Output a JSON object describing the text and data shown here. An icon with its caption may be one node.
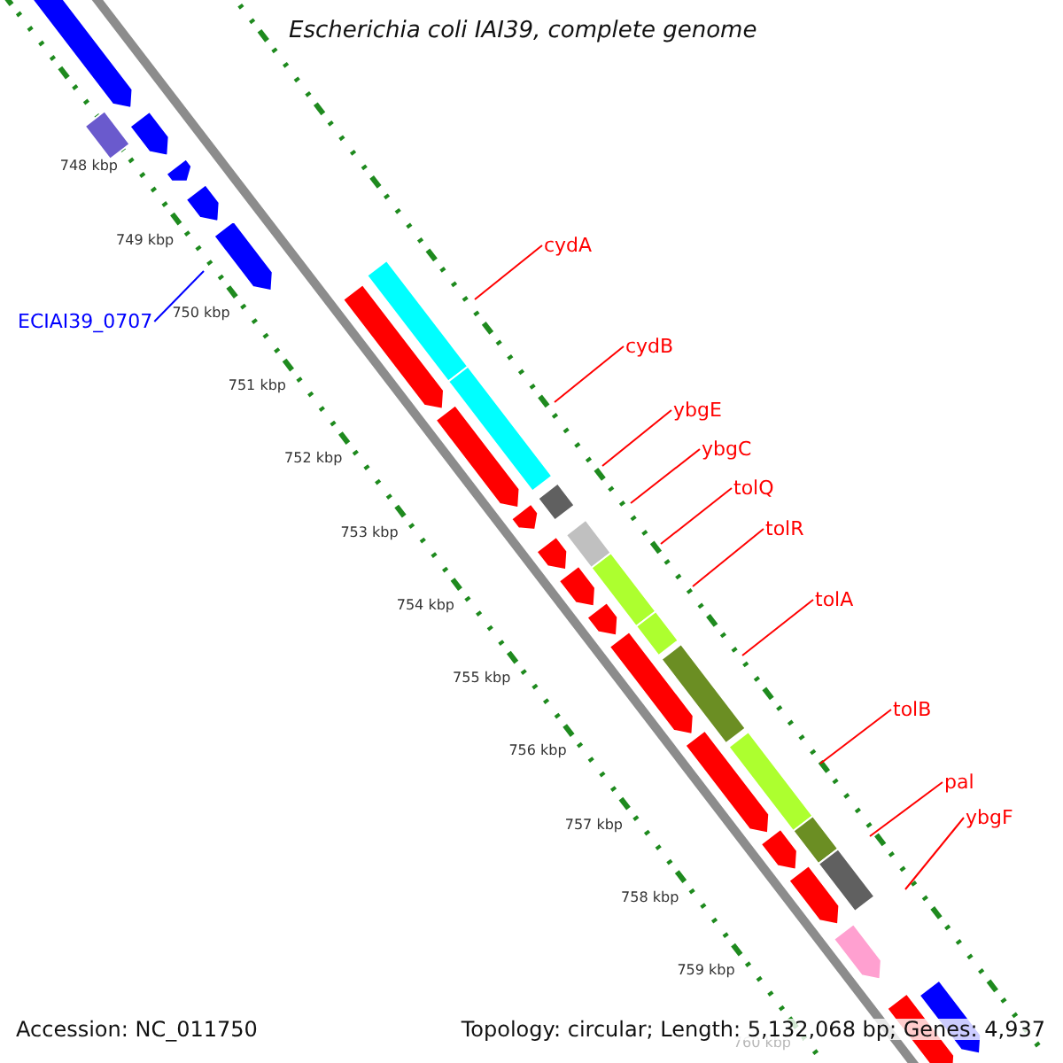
{
  "diagram": {
    "title": "Escherichia coli IAI39, complete genome",
    "nodes": [
      {
        "text": [
          "cydA"
        ]
      },
      {
        "text": [
          "cydB"
        ]
      },
      {
        "text": [
          "ybgE"
        ]
      },
      {
        "text": [
          "ybgC"
        ]
      },
      {
        "text": [
          "tolQ"
        ]
      },
      {
        "text": [
          "tolR"
        ]
      },
      {
        "text": [
          "tolA"
        ]
      },
      {
        "text": [
          "tolB"
        ]
      },
      {
        "text": [
          "pal"
        ]
      },
      {
        "text": [
          "ybgF"
        ]
      },
      {
        "text": [
          "ECIAI39_0707"
        ]
      }
    ],
    "edges": [
      {
        "from": 0,
        "to": null,
        "arrow": "none",
        "color": "#ff0000"
      },
      {
        "from": 1,
        "to": null,
        "arrow": "none",
        "color": "#ff0000"
      },
      {
        "from": 2,
        "to": null,
        "arrow": "none",
        "color": "#ff0000"
      },
      {
        "from": 3,
        "to": null,
        "arrow": "none",
        "color": "#ff0000"
      },
      {
        "from": 4,
        "to": null,
        "arrow": "none",
        "color": "#ff0000"
      },
      {
        "from": 5,
        "to": null,
        "arrow": "none",
        "color": "#ff0000"
      },
      {
        "from": 6,
        "to": null,
        "arrow": "none",
        "color": "#ff0000"
      },
      {
        "from": 7,
        "to": null,
        "arrow": "none",
        "color": "#ff0000"
      },
      {
        "from": 8,
        "to": null,
        "arrow": "none",
        "color": "#ff0000"
      },
      {
        "from": 9,
        "to": null,
        "arrow": "none",
        "color": "#ff0000"
      },
      {
        "from": 10,
        "to": null,
        "arrow": "none",
        "color": "#0000ff"
      }
    ],
    "labels": [
      "748 kbp",
      "749 kbp",
      "750 kbp",
      "751 kbp",
      "752 kbp",
      "753 kbp",
      "754 kbp",
      "755 kbp",
      "756 kbp",
      "757 kbp",
      "758 kbp",
      "759 kbp",
      "760 kbp",
      "Accession: NC_011750",
      "Topology: circular; Length: 5,132,068 bp; Genes: 4,937"
    ]
  }
}
